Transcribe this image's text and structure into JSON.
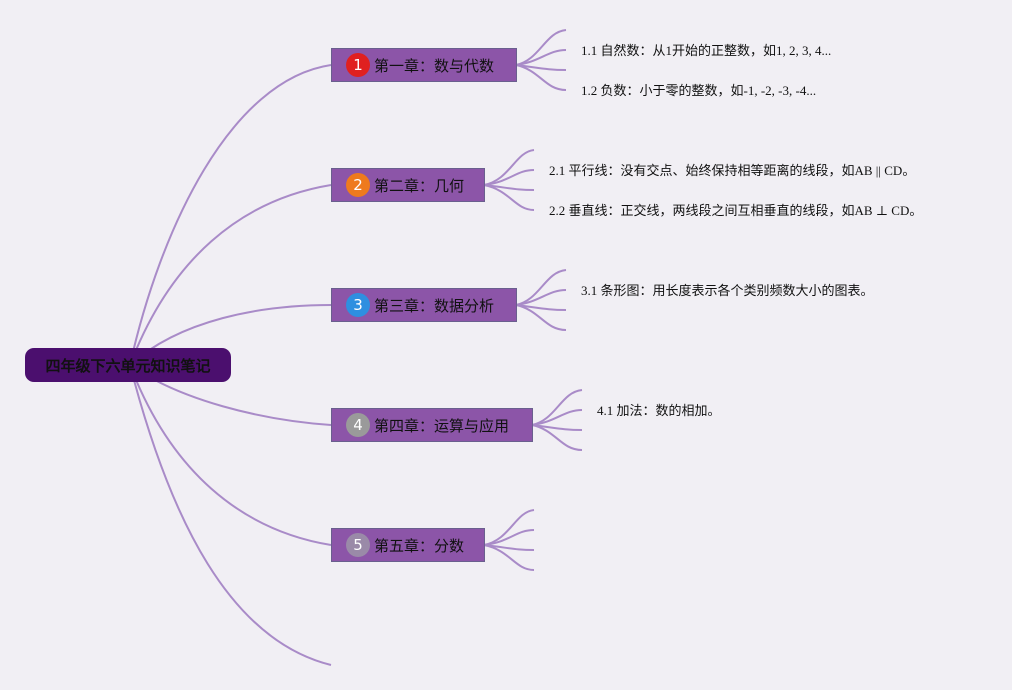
{
  "root": {
    "title": "四年级下六单元知识笔记"
  },
  "chapters": [
    {
      "num": "1",
      "label": "第一章：数与代数",
      "badge_color": "#e02020"
    },
    {
      "num": "2",
      "label": "第二章：几何",
      "badge_color": "#ee7a1e"
    },
    {
      "num": "3",
      "label": "第三章：数据分析",
      "badge_color": "#2e8fe0"
    },
    {
      "num": "4",
      "label": "第四章：运算与应用",
      "badge_color": "#9a9a9a"
    },
    {
      "num": "5",
      "label": "第五章：分数",
      "badge_color": "#9a8aa8"
    }
  ],
  "notes": [
    "1.1 自然数：从1开始的正整数，如1, 2, 3, 4...",
    "1.2 负数：小于零的整数，如-1, -2, -3, -4...",
    "2.1 平行线：没有交点、始终保持相等距离的线段，如AB || CD。",
    "2.2 垂直线：正交线，两线段之间互相垂直的线段，如AB ⊥ CD。",
    "3.1 条形图：用长度表示各个类别频数大小的图表。",
    "4.1 加法：数的相加。"
  ],
  "colors": {
    "line": "#a98bc8",
    "root_bg": "#4b0f6e",
    "chapter_bg": "#8c55a8",
    "background": "#f1eff4"
  }
}
